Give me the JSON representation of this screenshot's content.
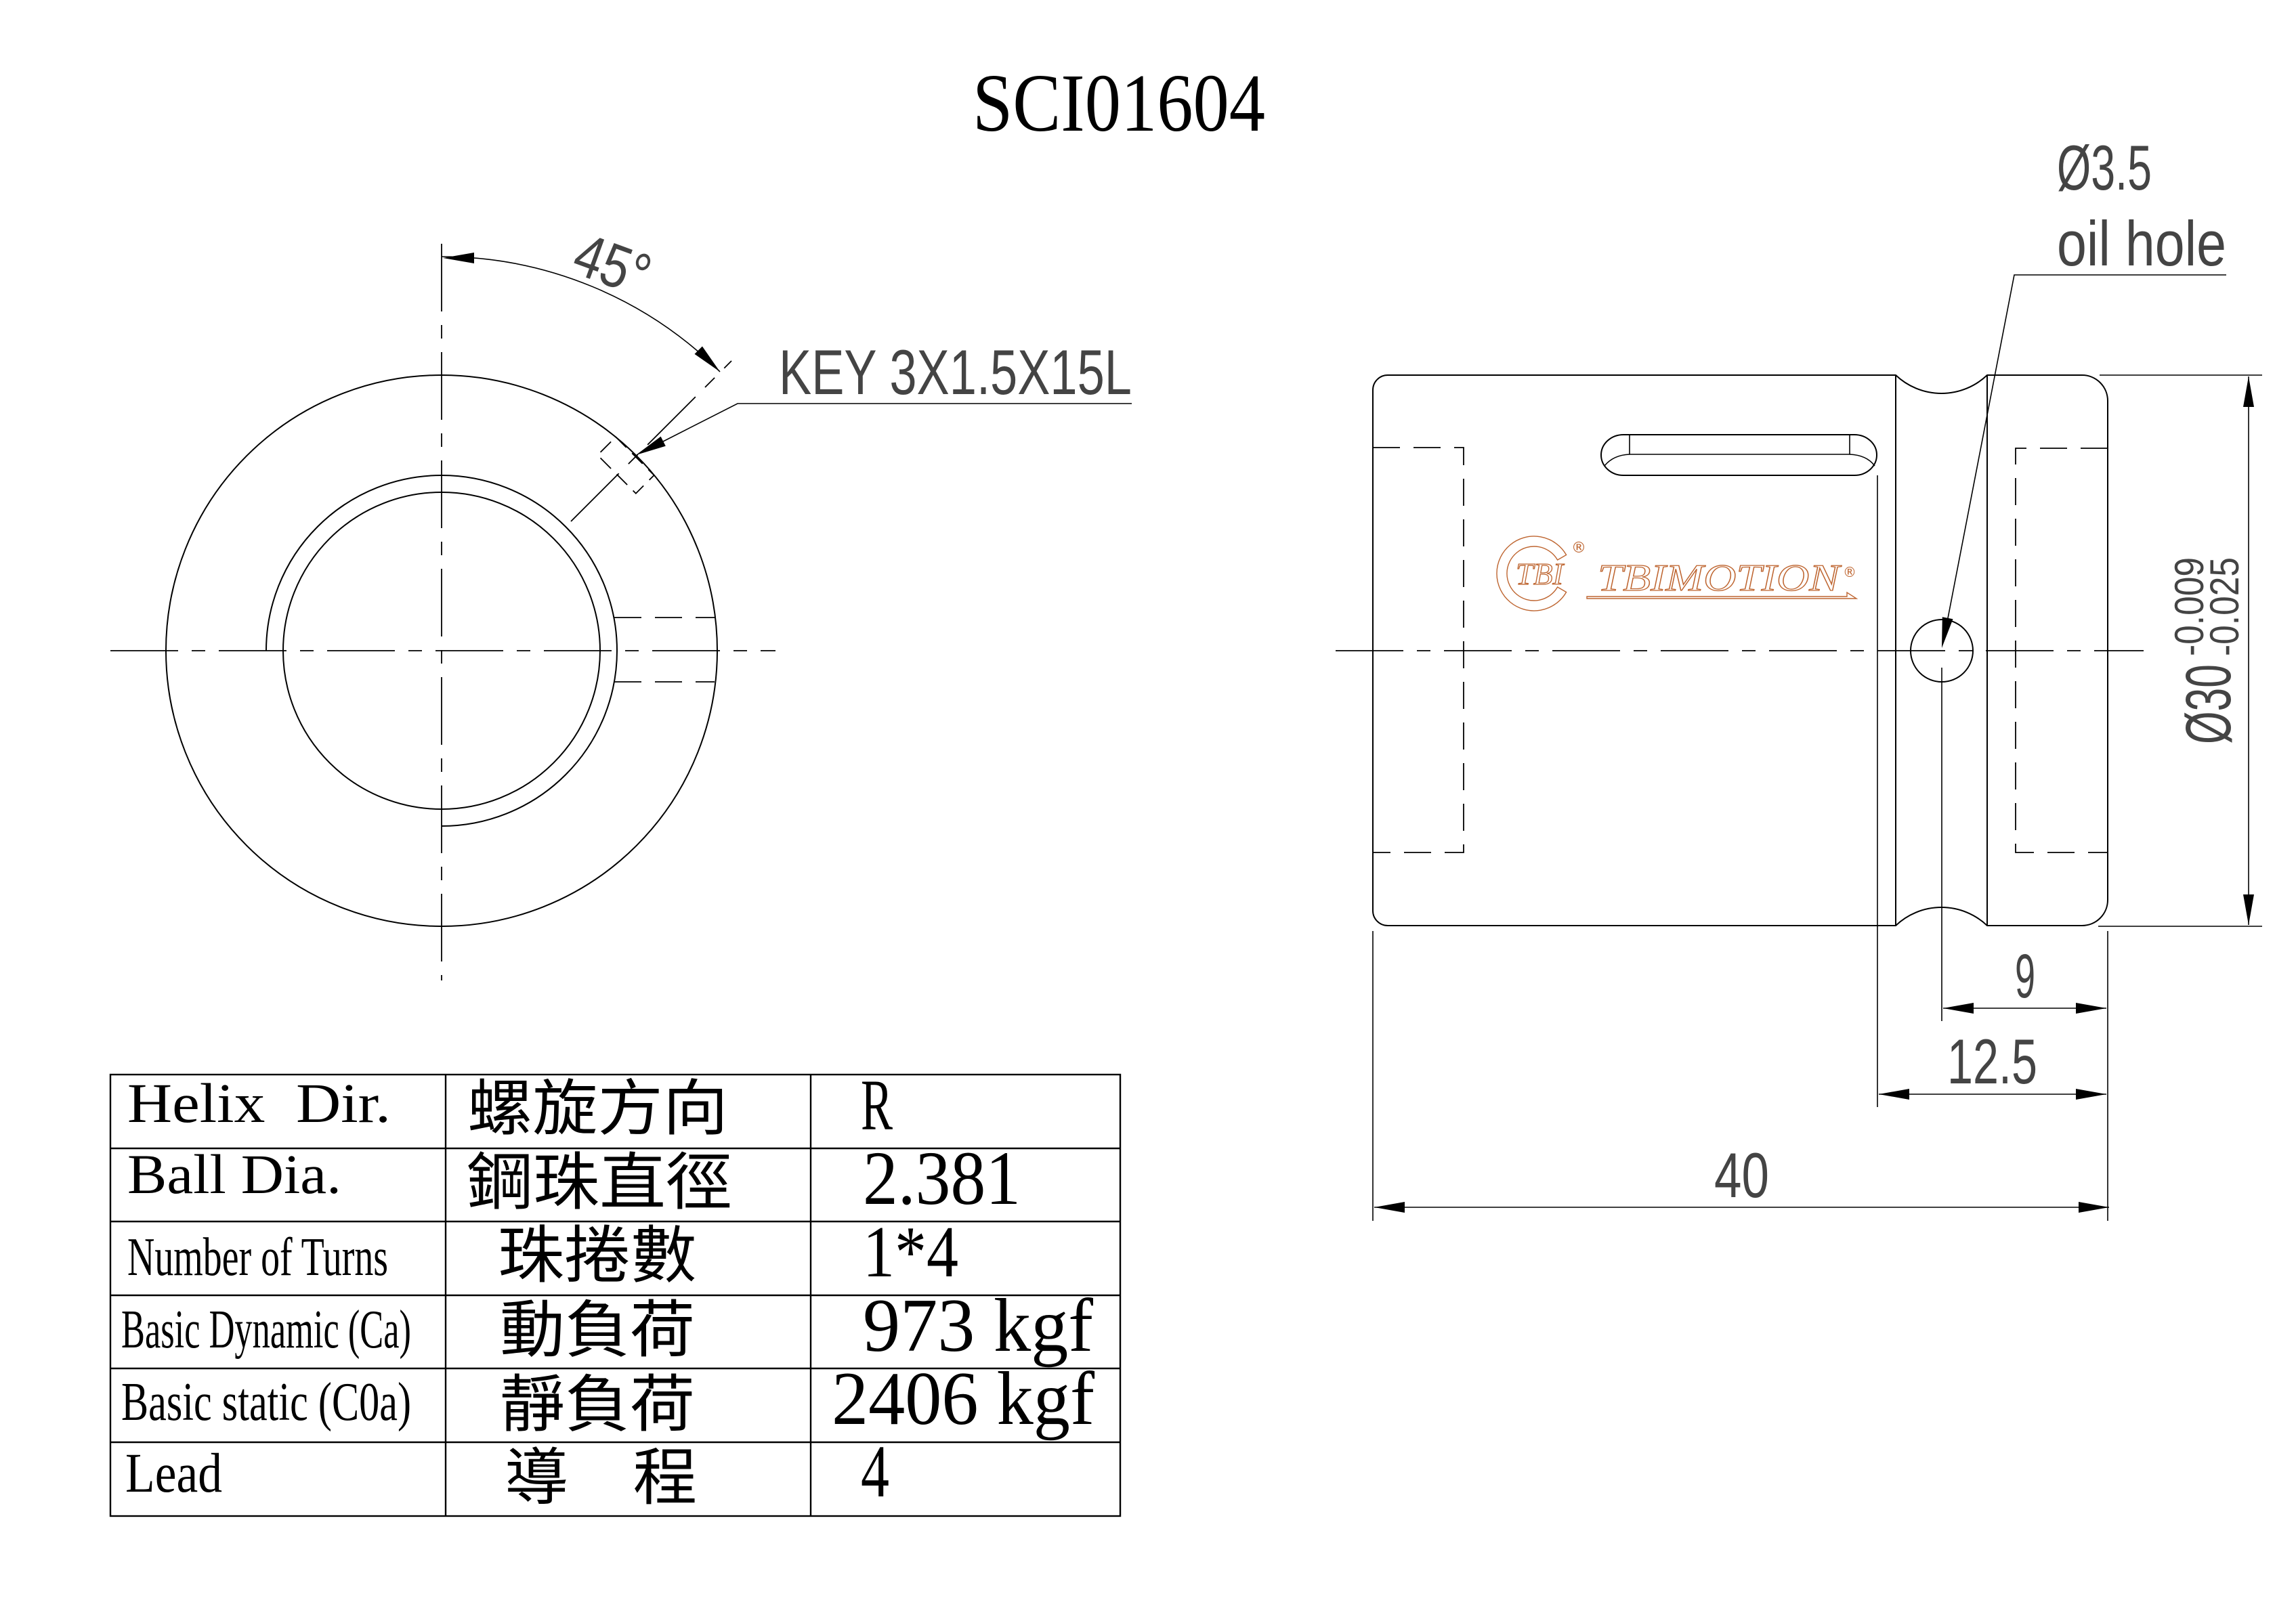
{
  "title": "SCI01604",
  "front_view": {
    "angle_dimension": "45°",
    "key_callout": "KEY 3X1.5X15L"
  },
  "side_view": {
    "oil_hole": {
      "diameter": "Ø3.5",
      "label": "oil hole"
    },
    "outer_diameter": {
      "nominal": "Ø30",
      "upper_tolerance": "-0.009",
      "lower_tolerance": "-0.025"
    },
    "dimensions": {
      "oil_hole_offset": "9",
      "groove_offset": "12.5",
      "overall_length": "40"
    },
    "logo": {
      "badge_text": "TBI",
      "brand_text": "TBIMOTION",
      "registered_mark": "®",
      "color": "#BE6530"
    }
  },
  "spec_table": {
    "rows": [
      {
        "label_en": "Helix  Dir.",
        "label_zh": "螺旋方向",
        "value": "R"
      },
      {
        "label_en": "Ball Dia.",
        "label_zh": "鋼珠直徑",
        "value": "2.381"
      },
      {
        "label_en": "Number of Turns",
        "label_zh": "珠捲數",
        "value": "1*4"
      },
      {
        "label_en": "Basic Dynamic (Ca)",
        "label_zh": "動負荷",
        "value": "973 kgf"
      },
      {
        "label_en": "Basic static (C0a)",
        "label_zh": "靜負荷",
        "value": "2406 kgf"
      },
      {
        "label_en": "Lead",
        "label_zh": "導　程",
        "value": "4"
      }
    ]
  },
  "colors": {
    "line": "#000000",
    "annotation_text": "#444444",
    "logo": "#BE6530",
    "background": "#FFFFFF"
  }
}
